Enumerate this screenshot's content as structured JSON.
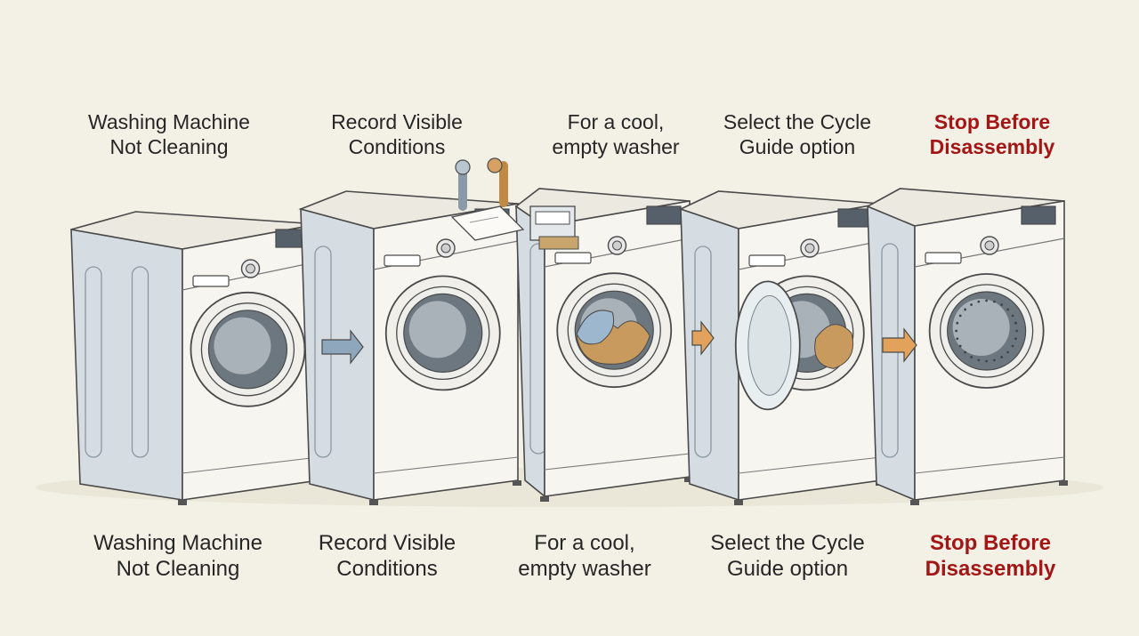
{
  "steps": [
    {
      "label": "Washing Machine\nNot Cleaning"
    },
    {
      "label": "Record Visible\nConditions"
    },
    {
      "label": "For a cool,\nempty washer"
    },
    {
      "label": "Select the Cycle\nGuide option"
    },
    {
      "label": "Stop Before\nDisassembly",
      "warning": true
    }
  ],
  "colors": {
    "background": "#f3f0e6",
    "text": "#262626",
    "warning_text": "#a31616",
    "arrow_blue": "#8ea7bd",
    "arrow_orange": "#e3a25c",
    "laundry_blue": "#9db7cf",
    "laundry_tan": "#c99a5e"
  },
  "icons": [
    "washing-machine-icon",
    "arrow-right-icon",
    "water-valve-icon",
    "note-card-icon",
    "detergent-drawer-icon",
    "laundry-icon",
    "open-door-icon"
  ]
}
